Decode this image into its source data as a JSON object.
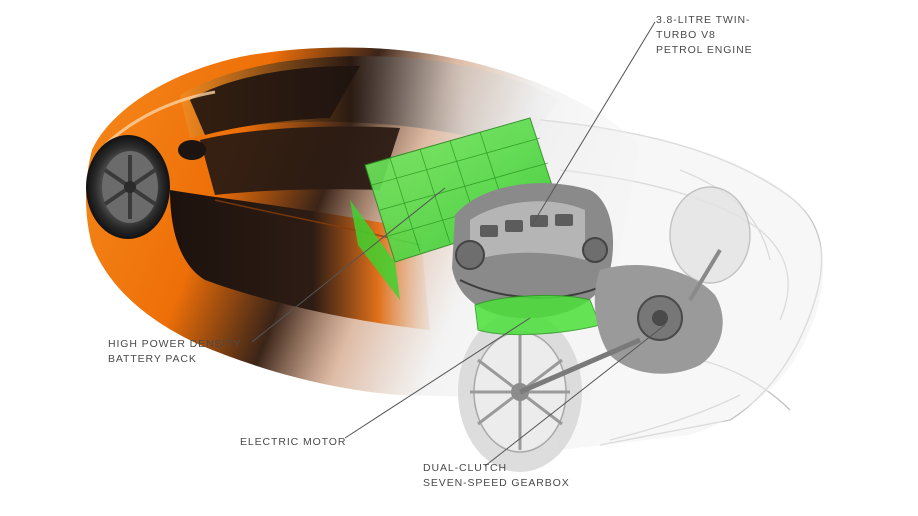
{
  "callouts": {
    "engine": {
      "line1": "3.8-LITRE TWIN-",
      "line2": "TURBO V8",
      "line3": "PETROL ENGINE"
    },
    "battery": {
      "line1": "HIGH POWER DENSITY",
      "line2": "BATTERY PACK"
    },
    "motor": {
      "line1": "ELECTRIC MOTOR"
    },
    "gearbox": {
      "line1": "DUAL-CLUTCH",
      "line2": "SEVEN-SPEED GEARBOX"
    }
  },
  "colors": {
    "body_orange": "#f07a10",
    "body_dark": "#2a1a12",
    "highlight_green": "#4be03a",
    "label_text": "#4a4a4a",
    "leader_line": "#555555"
  }
}
